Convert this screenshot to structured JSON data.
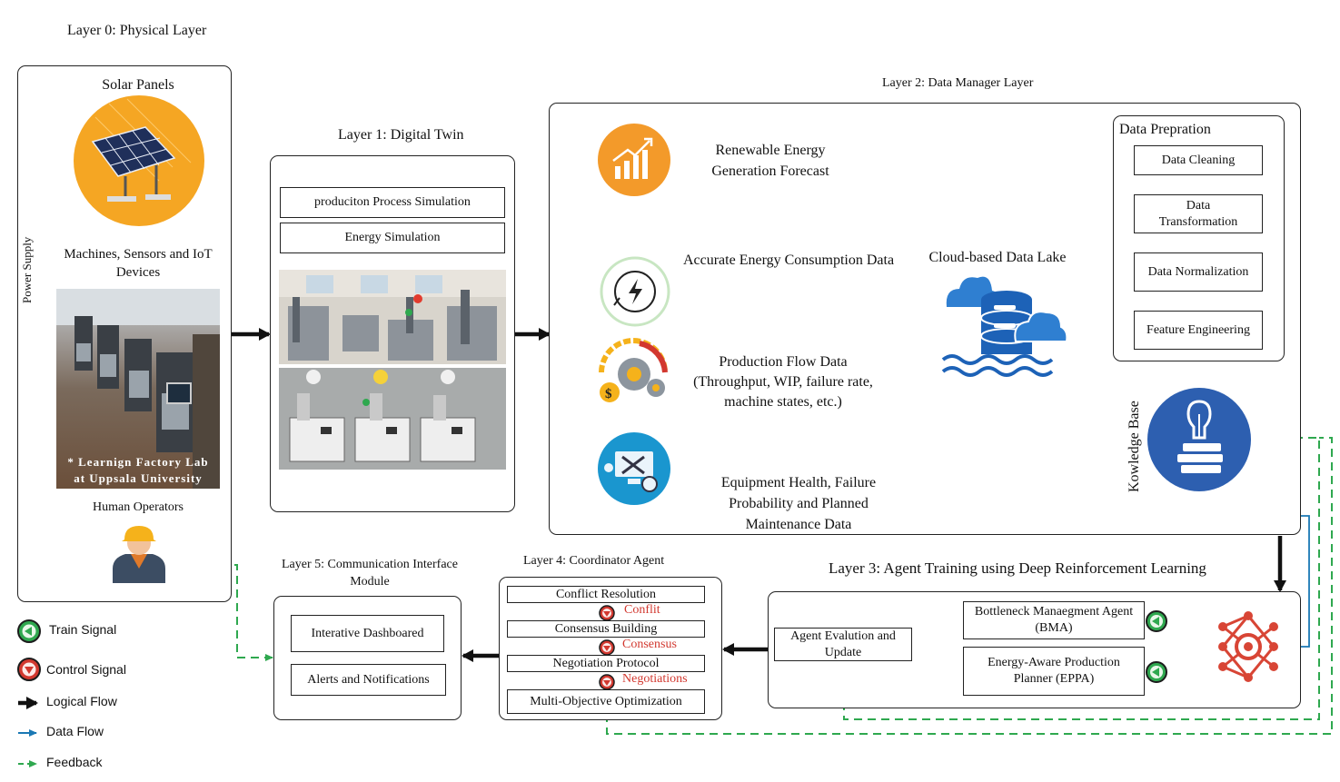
{
  "layers": {
    "l0": "Layer 0: Physical Layer",
    "l1": "Layer 1: Digital Twin",
    "l2": "Layer 2: Data Manager Layer",
    "l3": "Layer 3: Agent Training using Deep Reinforcement Learning",
    "l4": "Layer 4: Coordinator Agent",
    "l5": "Layer 5: Communication Interface Module"
  },
  "physical": {
    "solar": "Solar Panels",
    "machines": "Machines, Sensors and IoT Devices",
    "factory_caption_1": "* Learnign Factory Lab",
    "factory_caption_2": "at Uppsala University",
    "operators": "Human Operators",
    "power_supply": "Power Supply"
  },
  "digital_twin": {
    "process_sim": "produciton Process Simulation",
    "energy_sim": "Energy Simulation"
  },
  "data_manager": {
    "renewable": "Renewable Energy Generation Forecast",
    "consumption": "Accurate Energy Consumption Data",
    "production_1": "Production Flow Data",
    "production_2": "(Throughput, WIP, failure rate,",
    "production_3": "machine states, etc.)",
    "equipment": "Equipment Health, Failure Probability and Planned Maintenance Data",
    "lake": "Cloud-based Data Lake",
    "prep_title": "Data Prepration",
    "cleaning": "Data Cleaning",
    "transformation": "Data Transformation",
    "normalization": "Data Normalization",
    "feature": "Feature Engineering",
    "knowledge": "Kowledge Base"
  },
  "agents": {
    "bma": "Bottleneck Manaegment Agent (BMA)",
    "eppa": "Energy-Aware Production Planner (EPPA)",
    "eval": "Agent Evalution and Update"
  },
  "coordinator": {
    "conflict": "Conflict Resolution",
    "conflit_signal": "Conflit",
    "consensus": "Consensus Building",
    "consensus_signal": "Consensus",
    "negotiation": "Negotiation Protocol",
    "negotiation_signal": "Negotiations",
    "multi": "Multi-Objective Optimization"
  },
  "interface": {
    "dashboard": "Interative Dashboared",
    "alerts": "Alerts and Notifications"
  },
  "legend": {
    "train": "Train Signal",
    "control": "Control Signal",
    "logical": "Logical Flow",
    "data": "Data Flow",
    "feedback": "Feedback"
  },
  "colors": {
    "data_flow": "#1a78b4",
    "feedback": "#2fa84f",
    "orange": "#f39a2a",
    "knowledge": "#2d5fb0",
    "control": "#d2382f",
    "agent_red": "#d84535"
  }
}
